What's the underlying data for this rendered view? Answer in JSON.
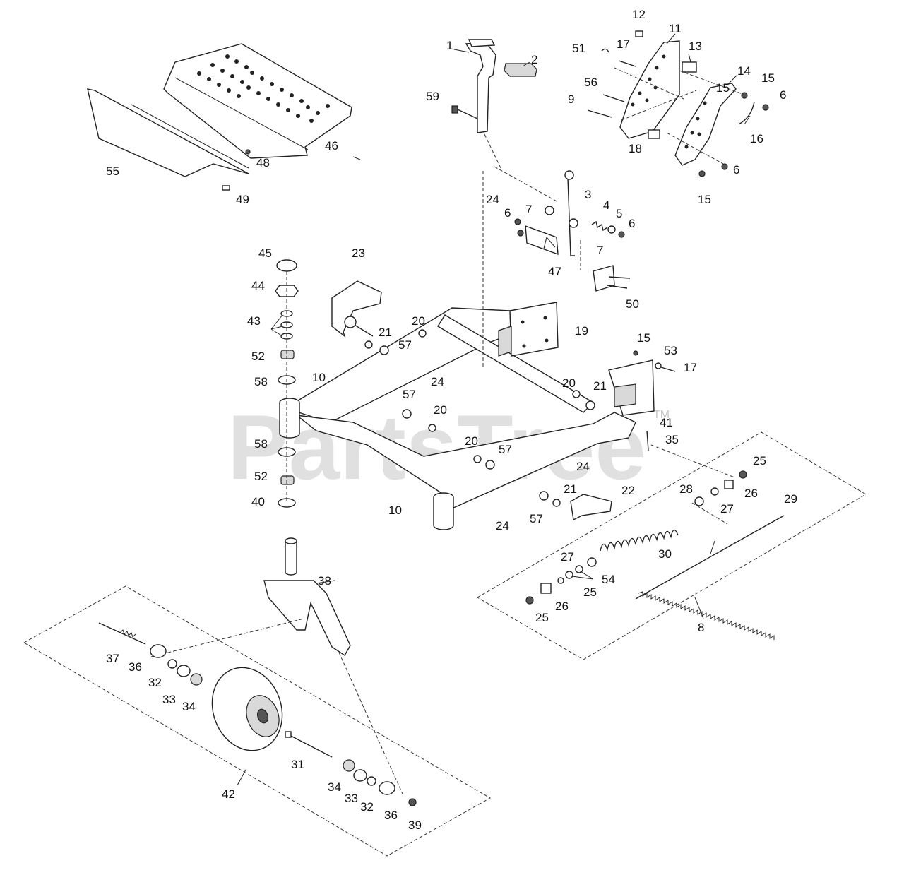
{
  "watermark": {
    "text": "PartsTree",
    "mark": "TM"
  },
  "callouts": [
    {
      "id": "c12a",
      "text": "12"
    },
    {
      "id": "c11",
      "text": "11"
    },
    {
      "id": "c1",
      "text": "1"
    },
    {
      "id": "c2",
      "text": "2"
    },
    {
      "id": "c51",
      "text": "51"
    },
    {
      "id": "c17a",
      "text": "17"
    },
    {
      "id": "c13",
      "text": "13"
    },
    {
      "id": "c14",
      "text": "14"
    },
    {
      "id": "c15a",
      "text": "15"
    },
    {
      "id": "c15b",
      "text": "15"
    },
    {
      "id": "c6a",
      "text": "6"
    },
    {
      "id": "c56",
      "text": "56"
    },
    {
      "id": "c59",
      "text": "59"
    },
    {
      "id": "c9",
      "text": "9"
    },
    {
      "id": "c16",
      "text": "16"
    },
    {
      "id": "c18",
      "text": "18"
    },
    {
      "id": "c6b",
      "text": "6"
    },
    {
      "id": "c15c",
      "text": "15"
    },
    {
      "id": "c46",
      "text": "46"
    },
    {
      "id": "c48",
      "text": "48"
    },
    {
      "id": "c55",
      "text": "55"
    },
    {
      "id": "c49",
      "text": "49"
    },
    {
      "id": "c24a",
      "text": "24"
    },
    {
      "id": "c3",
      "text": "3"
    },
    {
      "id": "c4",
      "text": "4"
    },
    {
      "id": "c5",
      "text": "5"
    },
    {
      "id": "c6c",
      "text": "6"
    },
    {
      "id": "c6d",
      "text": "6"
    },
    {
      "id": "c7a",
      "text": "7"
    },
    {
      "id": "c47",
      "text": "47"
    },
    {
      "id": "c7b",
      "text": "7"
    },
    {
      "id": "c50",
      "text": "50"
    },
    {
      "id": "c45",
      "text": "45"
    },
    {
      "id": "c23",
      "text": "23"
    },
    {
      "id": "c44",
      "text": "44"
    },
    {
      "id": "c43",
      "text": "43"
    },
    {
      "id": "c20a",
      "text": "20"
    },
    {
      "id": "c21a",
      "text": "21"
    },
    {
      "id": "c57a",
      "text": "57"
    },
    {
      "id": "c19",
      "text": "19"
    },
    {
      "id": "c52a",
      "text": "52"
    },
    {
      "id": "c15d",
      "text": "15"
    },
    {
      "id": "c53",
      "text": "53"
    },
    {
      "id": "c17b",
      "text": "17"
    },
    {
      "id": "c58a",
      "text": "58"
    },
    {
      "id": "c10a",
      "text": "10"
    },
    {
      "id": "c24b",
      "text": "24"
    },
    {
      "id": "c20b",
      "text": "20"
    },
    {
      "id": "c21b",
      "text": "21"
    },
    {
      "id": "c57b",
      "text": "57"
    },
    {
      "id": "c20c",
      "text": "20"
    },
    {
      "id": "c41",
      "text": "41"
    },
    {
      "id": "c35",
      "text": "35"
    },
    {
      "id": "c58b",
      "text": "58"
    },
    {
      "id": "c20d",
      "text": "20"
    },
    {
      "id": "c57c",
      "text": "57"
    },
    {
      "id": "c24c",
      "text": "24"
    },
    {
      "id": "c25a",
      "text": "25"
    },
    {
      "id": "c52b",
      "text": "52"
    },
    {
      "id": "c26a",
      "text": "26"
    },
    {
      "id": "c28",
      "text": "28"
    },
    {
      "id": "c27a",
      "text": "27"
    },
    {
      "id": "c29",
      "text": "29"
    },
    {
      "id": "c40",
      "text": "40"
    },
    {
      "id": "c21c",
      "text": "21"
    },
    {
      "id": "c22",
      "text": "22"
    },
    {
      "id": "c10b",
      "text": "10"
    },
    {
      "id": "c24d",
      "text": "24"
    },
    {
      "id": "c57d",
      "text": "57"
    },
    {
      "id": "c30",
      "text": "30"
    },
    {
      "id": "c38",
      "text": "38"
    },
    {
      "id": "c27b",
      "text": "27"
    },
    {
      "id": "c54",
      "text": "54"
    },
    {
      "id": "c25b",
      "text": "25"
    },
    {
      "id": "c26b",
      "text": "26"
    },
    {
      "id": "c25c",
      "text": "25"
    },
    {
      "id": "c8",
      "text": "8"
    },
    {
      "id": "c37",
      "text": "37"
    },
    {
      "id": "c36a",
      "text": "36"
    },
    {
      "id": "c32a",
      "text": "32"
    },
    {
      "id": "c33a",
      "text": "33"
    },
    {
      "id": "c34a",
      "text": "34"
    },
    {
      "id": "c31",
      "text": "31"
    },
    {
      "id": "c42",
      "text": "42"
    },
    {
      "id": "c34b",
      "text": "34"
    },
    {
      "id": "c33b",
      "text": "33"
    },
    {
      "id": "c32b",
      "text": "32"
    },
    {
      "id": "c36b",
      "text": "36"
    },
    {
      "id": "c39",
      "text": "39"
    }
  ]
}
